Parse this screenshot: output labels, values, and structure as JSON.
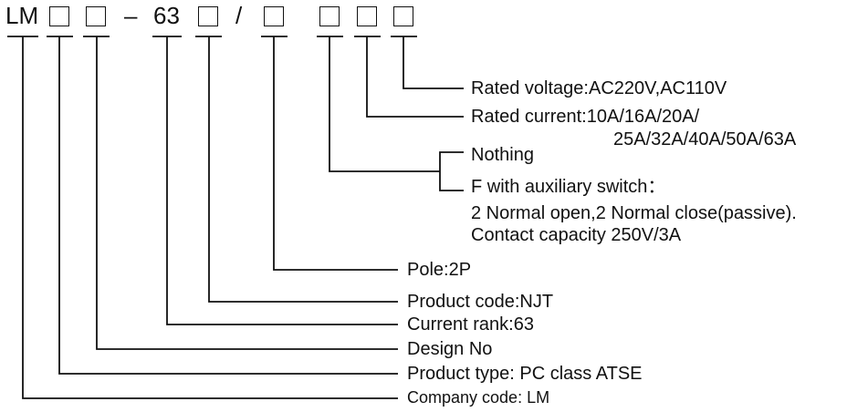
{
  "code_line": {
    "prefix": "LM",
    "dash": "–",
    "current_code": "63",
    "slash": "/"
  },
  "fields": {
    "rated_voltage": "Rated voltage:AC220V,AC110V",
    "rated_current_line1": "Rated current:10A/16A/20A/",
    "rated_current_line2": "25A/32A/40A/50A/63A",
    "nothing": "Nothing",
    "aux_switch": "F with auxiliary switch：",
    "aux_contacts": "2 Normal open,2 Normal close(passive).",
    "contact_capacity": "Contact capacity 250V/3A",
    "pole": "Pole:2P",
    "product_code": "Product code:NJT",
    "current_rank": "Current rank:63",
    "design_no": "Design No",
    "product_type": "Product type: PC class ATSE",
    "company_code": "Company code: LM"
  }
}
